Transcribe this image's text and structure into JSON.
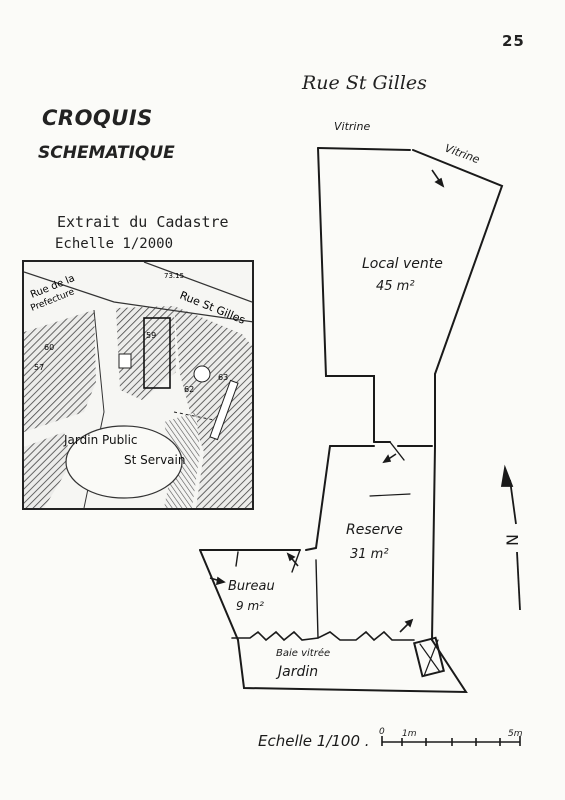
{
  "page_number": "25",
  "street": "Rue St Gilles",
  "title": {
    "line1": "CROQUIS",
    "line2": "SCHEMATIQUE"
  },
  "cadastre": {
    "title": "Extrait du Cadastre",
    "scale": "Echelle 1/2000",
    "labels": {
      "rue_prefecture_1": "Rue de la",
      "rue_prefecture_2": "Prefecture",
      "rue_gilles": "Rue St Gilles",
      "jardin_1": "Jardin Public",
      "jardin_2": "St Servain",
      "n1": "59",
      "n2": "60",
      "n3": "57",
      "n4": "62",
      "n5": "63",
      "n6": "73.15"
    }
  },
  "plan": {
    "vitrine_1": "Vitrine",
    "vitrine_2": "Vitrine",
    "local_vente": "Local vente",
    "local_vente_area": "45 m²",
    "reserve": "Reserve",
    "reserve_area": "31 m²",
    "bureau": "Bureau",
    "bureau_area": "9 m²",
    "baie": "Baie vitrée",
    "jardin": "Jardin",
    "north": "N"
  },
  "scale_bar": {
    "label": "Echelle 1/100 .",
    "tick0": "0",
    "tick1": "1m",
    "tick5": "5m"
  }
}
